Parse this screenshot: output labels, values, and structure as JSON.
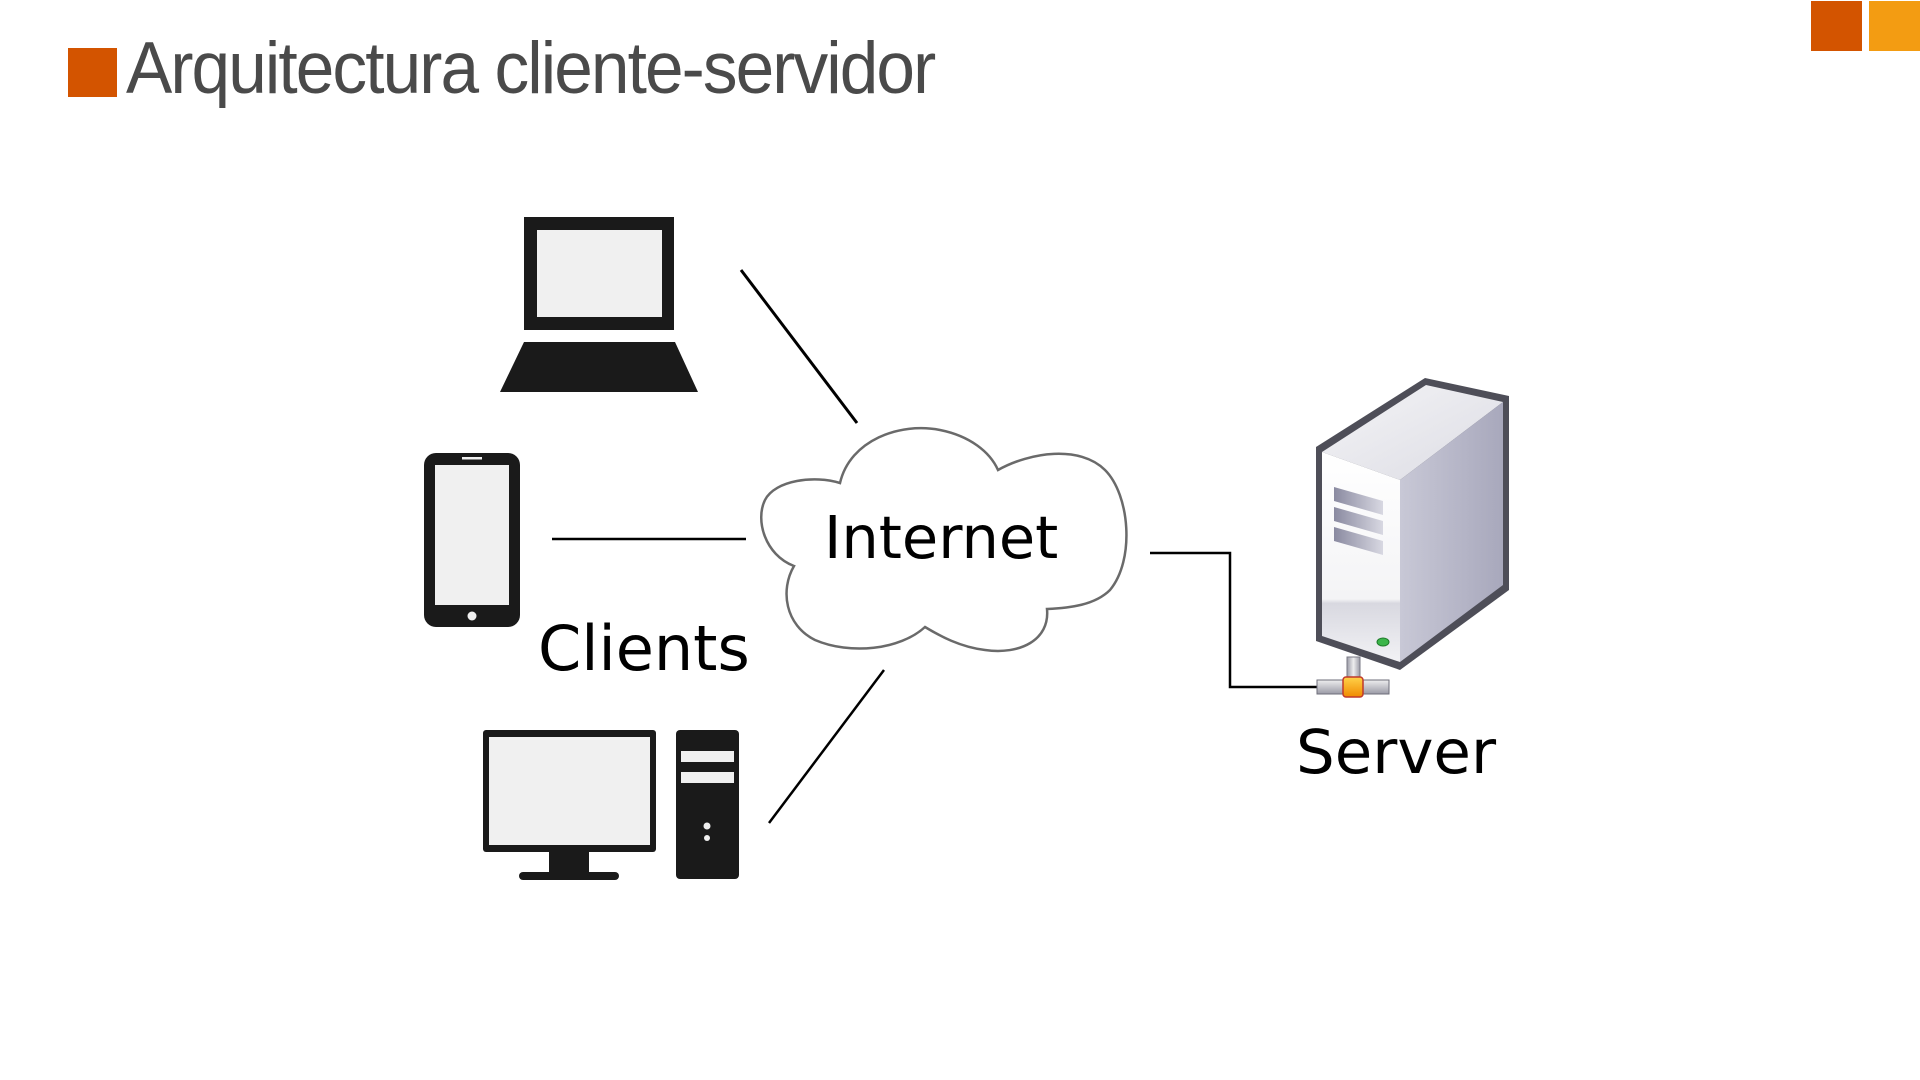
{
  "slide": {
    "title": "Arquitectura cliente-servidor",
    "colors": {
      "title_text": "#4a4a4a",
      "accent_dark_orange": "#d35400",
      "accent_light_orange": "#f39c12",
      "icon_fill": "#1a1a1a",
      "screen_fill": "#f0f0f0",
      "cloud_stroke": "#666666",
      "server_led": "#3bb54a"
    }
  },
  "diagram": {
    "clients_label": "Clients",
    "internet_label": "Internet",
    "server_label": "Server",
    "client_devices": [
      "laptop",
      "smartphone",
      "desktop-computer"
    ],
    "connections": [
      {
        "from": "laptop",
        "to": "internet"
      },
      {
        "from": "smartphone",
        "to": "internet"
      },
      {
        "from": "desktop-computer",
        "to": "internet"
      },
      {
        "from": "internet",
        "to": "server"
      }
    ]
  }
}
